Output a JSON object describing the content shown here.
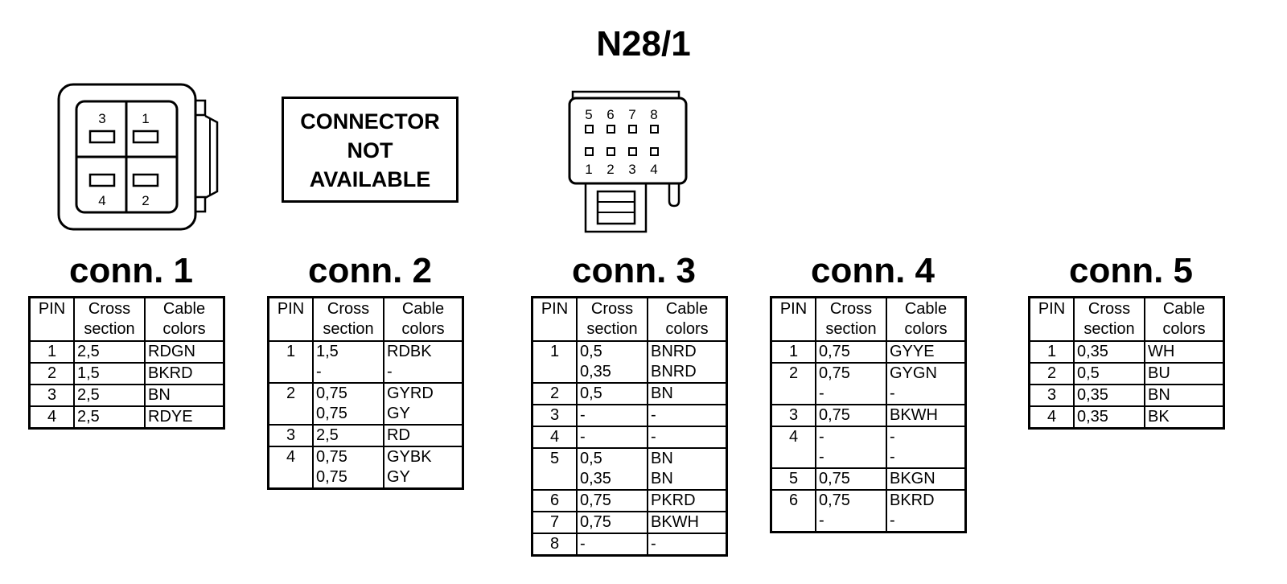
{
  "title": "N28/1",
  "not_available_box": {
    "lines": [
      "CONNECTOR",
      "NOT",
      "AVAILABLE"
    ]
  },
  "connector_drawings": {
    "conn1": {
      "pin_labels": [
        "3",
        "1",
        "4",
        "2"
      ]
    },
    "conn3": {
      "top_pins": [
        "5",
        "6",
        "7",
        "8"
      ],
      "bottom_pins": [
        "1",
        "2",
        "3",
        "4"
      ]
    }
  },
  "table_headers": {
    "pin": "PIN",
    "cross": [
      "Cross",
      "section"
    ],
    "colors": [
      "Cable",
      "colors"
    ]
  },
  "connectors": [
    {
      "title": "conn. 1",
      "rows": [
        {
          "pin": "1",
          "cross": [
            "2,5"
          ],
          "colors": [
            "RDGN"
          ]
        },
        {
          "pin": "2",
          "cross": [
            "1,5"
          ],
          "colors": [
            "BKRD"
          ]
        },
        {
          "pin": "3",
          "cross": [
            "2,5"
          ],
          "colors": [
            "BN"
          ]
        },
        {
          "pin": "4",
          "cross": [
            "2,5"
          ],
          "colors": [
            "RDYE"
          ]
        }
      ]
    },
    {
      "title": "conn. 2",
      "rows": [
        {
          "pin": "1",
          "cross": [
            "1,5",
            "-"
          ],
          "colors": [
            "RDBK",
            "-"
          ]
        },
        {
          "pin": "2",
          "cross": [
            "0,75",
            "0,75"
          ],
          "colors": [
            "GYRD",
            "GY"
          ]
        },
        {
          "pin": "3",
          "cross": [
            "2,5"
          ],
          "colors": [
            "RD"
          ]
        },
        {
          "pin": "4",
          "cross": [
            "0,75",
            "0,75"
          ],
          "colors": [
            "GYBK",
            "GY"
          ]
        }
      ]
    },
    {
      "title": "conn. 3",
      "rows": [
        {
          "pin": "1",
          "cross": [
            "0,5",
            "0,35"
          ],
          "colors": [
            "BNRD",
            "BNRD"
          ]
        },
        {
          "pin": "2",
          "cross": [
            "0,5"
          ],
          "colors": [
            "BN"
          ]
        },
        {
          "pin": "3",
          "cross": [
            "-"
          ],
          "colors": [
            "-"
          ]
        },
        {
          "pin": "4",
          "cross": [
            "-"
          ],
          "colors": [
            "-"
          ]
        },
        {
          "pin": "5",
          "cross": [
            "0,5",
            "0,35"
          ],
          "colors": [
            "BN",
            "BN"
          ]
        },
        {
          "pin": "6",
          "cross": [
            "0,75"
          ],
          "colors": [
            "PKRD"
          ]
        },
        {
          "pin": "7",
          "cross": [
            "0,75"
          ],
          "colors": [
            "BKWH"
          ]
        },
        {
          "pin": "8",
          "cross": [
            "-"
          ],
          "colors": [
            "-"
          ]
        }
      ]
    },
    {
      "title": "conn. 4",
      "rows": [
        {
          "pin": "1",
          "cross": [
            "0,75"
          ],
          "colors": [
            "GYYE"
          ]
        },
        {
          "pin": "2",
          "cross": [
            "0,75",
            "-"
          ],
          "colors": [
            "GYGN",
            "-"
          ]
        },
        {
          "pin": "3",
          "cross": [
            "0,75"
          ],
          "colors": [
            "BKWH"
          ]
        },
        {
          "pin": "4",
          "cross": [
            "-",
            "-"
          ],
          "colors": [
            "-",
            "-"
          ]
        },
        {
          "pin": "5",
          "cross": [
            "0,75"
          ],
          "colors": [
            "BKGN"
          ]
        },
        {
          "pin": "6",
          "cross": [
            "0,75",
            "-"
          ],
          "colors": [
            "BKRD",
            "-"
          ]
        }
      ]
    },
    {
      "title": "conn. 5",
      "rows": [
        {
          "pin": "1",
          "cross": [
            "0,35"
          ],
          "colors": [
            "WH"
          ]
        },
        {
          "pin": "2",
          "cross": [
            "0,5"
          ],
          "colors": [
            "BU"
          ]
        },
        {
          "pin": "3",
          "cross": [
            "0,35"
          ],
          "colors": [
            "BN"
          ]
        },
        {
          "pin": "4",
          "cross": [
            "0,35"
          ],
          "colors": [
            "BK"
          ]
        }
      ]
    }
  ]
}
